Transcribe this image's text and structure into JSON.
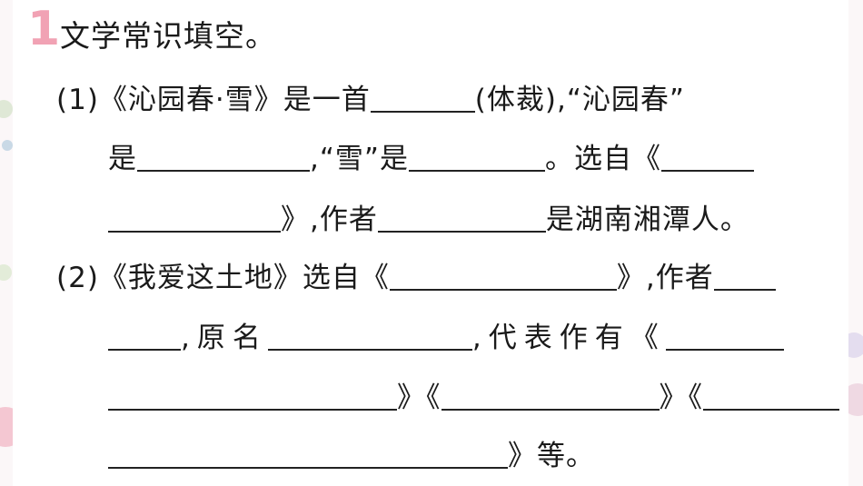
{
  "question_number": "1",
  "heading": "文学常识填空。",
  "part1": {
    "label": "(1)",
    "l1_a": "《沁园春·雪》是一首",
    "l1_b": "(体裁),“沁园春”",
    "l2_a": "是",
    "l2_b": ",“雪”是",
    "l2_c": "。选自《",
    "l3_a": "》,作者",
    "l3_b": "是湖南湘潭人。"
  },
  "part2": {
    "label": "(2)",
    "l1_a": "《我爱这土地》选自《",
    "l1_b": "》,作者",
    "l2_a": ",原名",
    "l2_b": ",代表作有《",
    "l3_a": "》《",
    "l3_b": "》《",
    "l4_a": "》等。"
  },
  "colors": {
    "question_number": "#f1a2b4",
    "text": "#1a1a1a",
    "line": "#222222"
  }
}
